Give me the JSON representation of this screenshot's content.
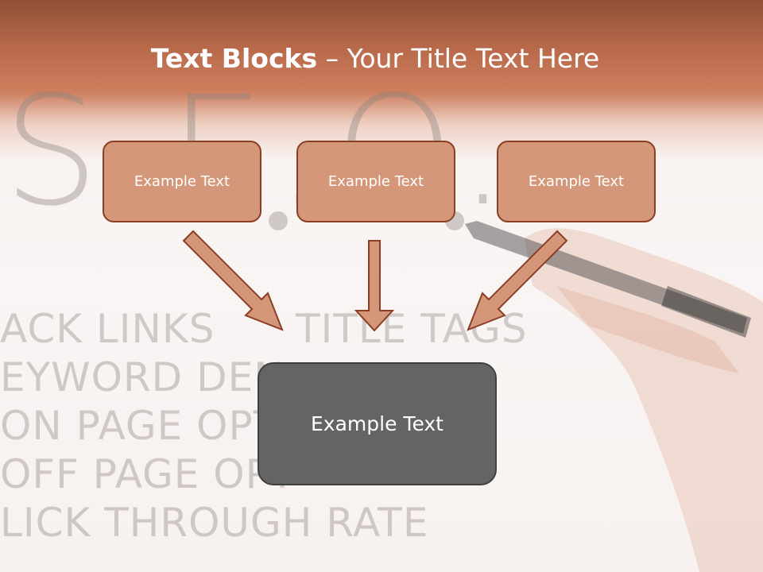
{
  "slide": {
    "title_bold": "Text Blocks",
    "title_separator": " – ",
    "title_regular": "Your Title Text Here",
    "top_boxes": [
      {
        "label": "Example Text"
      },
      {
        "label": "Example Text"
      },
      {
        "label": "Example Text"
      }
    ],
    "main_box": {
      "label": "Example Text"
    }
  },
  "background_image": {
    "lettering": "S.E.O.",
    "lines": [
      "ACK LINKS",
      "TITLE TAGS",
      "EYWORD DEN",
      "ON PAGE OPTI",
      "OFF PAGE OPT",
      "LICK THROUGH RATE"
    ]
  },
  "colors": {
    "header": "#b8694a",
    "box_fill": "#d59779",
    "box_border": "#8a3f24",
    "arrow_fill": "#d59779",
    "main_box_fill": "#646464"
  }
}
